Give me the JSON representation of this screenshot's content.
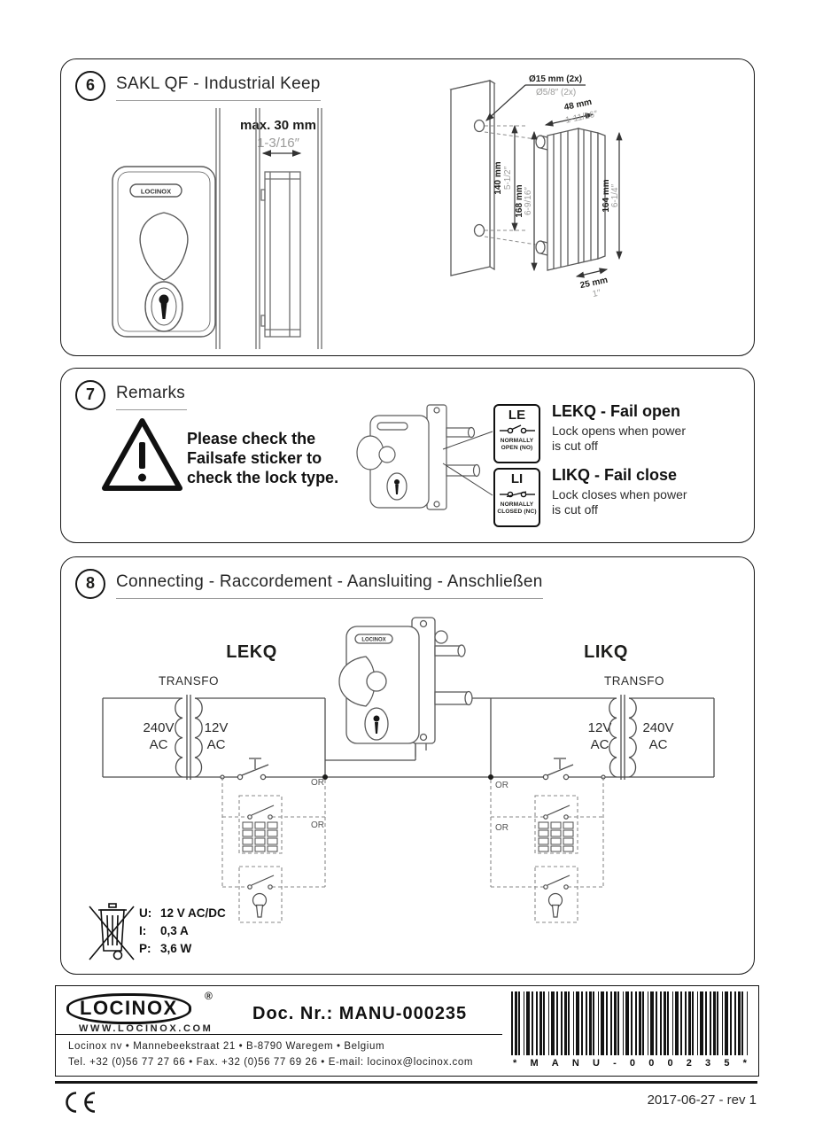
{
  "page": {
    "revision": "2017-06-27 - rev 1"
  },
  "section6": {
    "number": "6",
    "title": "SAKL QF - Industrial Keep",
    "badge": "LOCINOX",
    "gap_mm": "max. 30 mm",
    "gap_inch": "1-3/16″",
    "dims": {
      "hole_mm": "Ø15 mm (2x)",
      "hole_inch": "Ø5/8″ (2x)",
      "width_mm": "48 mm",
      "width_inch": "1-11/16″",
      "spacing_mm": "140 mm",
      "spacing_inch": "5-1/2″",
      "inner_mm": "168 mm",
      "inner_inch": "6-9/16″",
      "outer_mm": "164 mm",
      "outer_inch": "6-1/4″",
      "depth_mm": "25 mm",
      "depth_inch": "1″"
    }
  },
  "section7": {
    "number": "7",
    "title": "Remarks",
    "warning_lines": [
      "Please check the",
      "Failsafe sticker to",
      "check the lock type."
    ],
    "stickers": {
      "le": {
        "code": "LE",
        "label_line1": "NORMALLY",
        "label_line2": "OPEN (NO)"
      },
      "li": {
        "code": "LI",
        "label_line1": "NORMALLY",
        "label_line2": "CLOSED (NC)"
      }
    },
    "fail_open": {
      "title": "LEKQ - Fail open",
      "desc_line1": "Lock opens when power",
      "desc_line2": "is cut off"
    },
    "fail_close": {
      "title": "LIKQ - Fail close",
      "desc_line1": "Lock closes when power",
      "desc_line2": "is cut off"
    }
  },
  "section8": {
    "number": "8",
    "title": "Connecting - Raccordement - Aansluiting - Anschließen",
    "or_label": "OR",
    "left": {
      "name": "LEKQ",
      "transfo": "TRANSFO",
      "primary_line1": "240V",
      "primary_line2": "AC",
      "secondary_line1": "12V",
      "secondary_line2": "AC"
    },
    "right": {
      "name": "LIKQ",
      "transfo": "TRANSFO",
      "secondary_line1": "12V",
      "secondary_line2": "AC",
      "primary_line1": "240V",
      "primary_line2": "AC"
    },
    "specs": {
      "u_label": "U:",
      "u_value": "12 V AC/DC",
      "i_label": "I:",
      "i_value": "0,3 A",
      "p_label": "P:",
      "p_value": "3,6 W"
    }
  },
  "footer": {
    "logo": "LOCINOX",
    "registered": "®",
    "website": "WWW.LOCINOX.COM",
    "doc_nr": "Doc. Nr.: MANU-000235",
    "address_line1": "Locinox nv • Mannebeekstraat 21 • B-8790 Waregem • Belgium",
    "address_line2": "Tel. +32 (0)56 77 27 66 • Fax. +32 (0)56 77 69 26 • E-mail: locinox@locinox.com",
    "barcode_text": "*MANU-000235*"
  }
}
